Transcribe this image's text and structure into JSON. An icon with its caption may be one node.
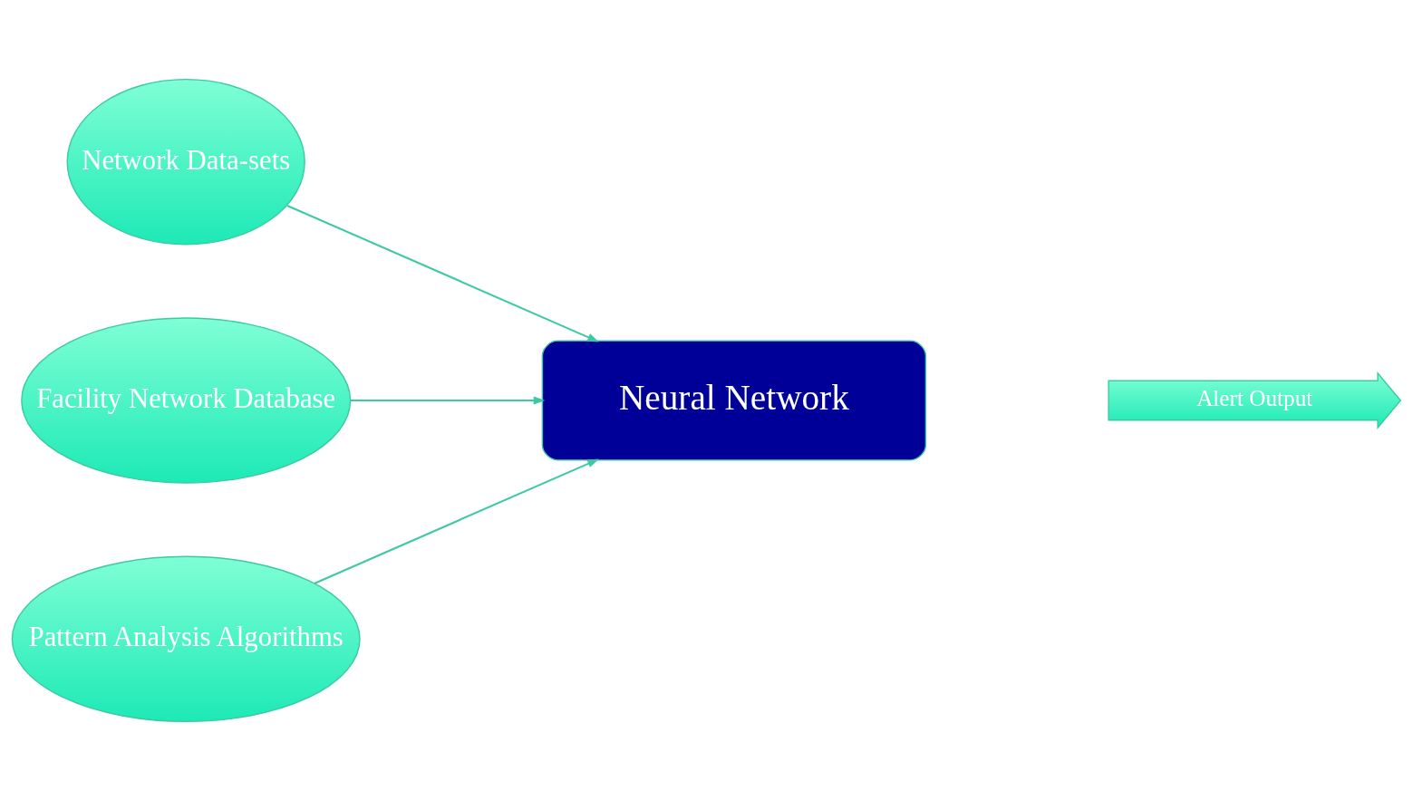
{
  "diagram": {
    "nodes": [
      {
        "text": [
          "Network Data-sets"
        ]
      },
      {
        "text": [
          "Facility Network Database"
        ]
      },
      {
        "text": [
          "Pattern Analysis Algorithms"
        ]
      },
      {
        "text": [
          "Neural Network"
        ]
      },
      {
        "text": [
          "Alert Output"
        ]
      }
    ],
    "edges": [
      {
        "from": 0,
        "to": 3,
        "arrow": "to"
      },
      {
        "from": 1,
        "to": 3,
        "arrow": "to"
      },
      {
        "from": 2,
        "to": 3,
        "arrow": "to"
      }
    ]
  }
}
